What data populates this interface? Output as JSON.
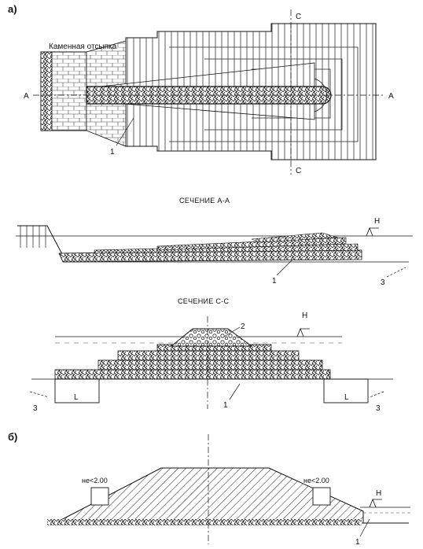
{
  "part_a": {
    "label": "а)",
    "plan": {
      "stone_fill_label": "Каменная отсыпка",
      "section_a_left": "А",
      "section_a_right": "А",
      "section_c_top": "С",
      "section_c_bottom": "С",
      "callout_1": "1"
    },
    "section_aa": {
      "title": "СЕЧЕНИЕ А-А",
      "water_level": "Н",
      "callout_1": "1",
      "callout_3": "3"
    },
    "section_cc": {
      "title": "СЕЧЕНИЕ С-С",
      "water_level": "Н",
      "callout_2": "2",
      "callout_1": "1",
      "callout_3_left": "3",
      "callout_3_right": "3",
      "length_left": "L",
      "length_right": "L"
    }
  },
  "part_b": {
    "label": "б)",
    "dim_left": "не<2.00",
    "dim_right": "не<2.00",
    "water_level": "Н",
    "callout_1": "1"
  }
}
